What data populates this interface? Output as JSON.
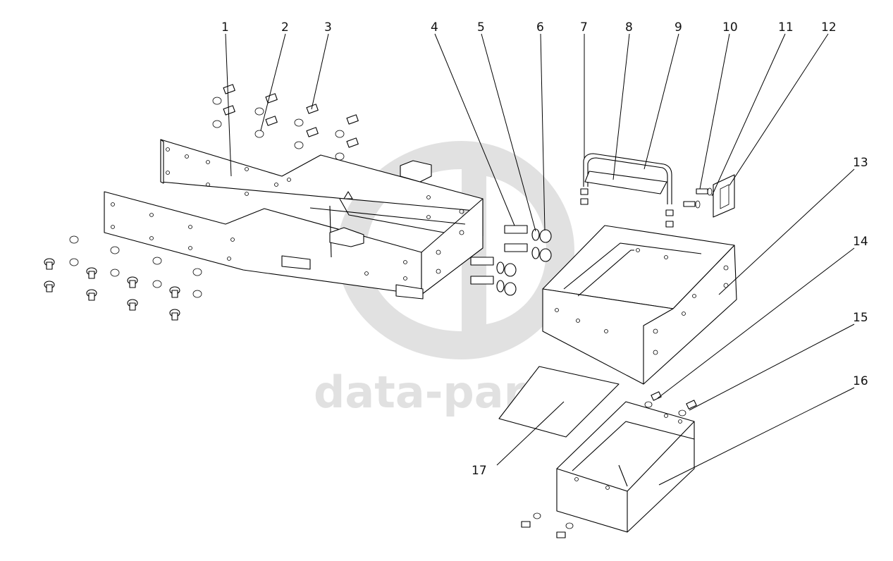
{
  "watermark": {
    "brand": "data-parts",
    "color": "#c9c9c9"
  },
  "corner_mark": "",
  "callouts": [
    "1",
    "2",
    "3",
    "4",
    "5",
    "6",
    "7",
    "8",
    "9",
    "10",
    "11",
    "12",
    "13",
    "14",
    "15",
    "16",
    "17"
  ],
  "icons": [
    "frame-rail-part",
    "bolt",
    "washer",
    "nut",
    "u-bolt",
    "clamp-plate",
    "bracket-box",
    "tool-box",
    "cover-plate"
  ]
}
